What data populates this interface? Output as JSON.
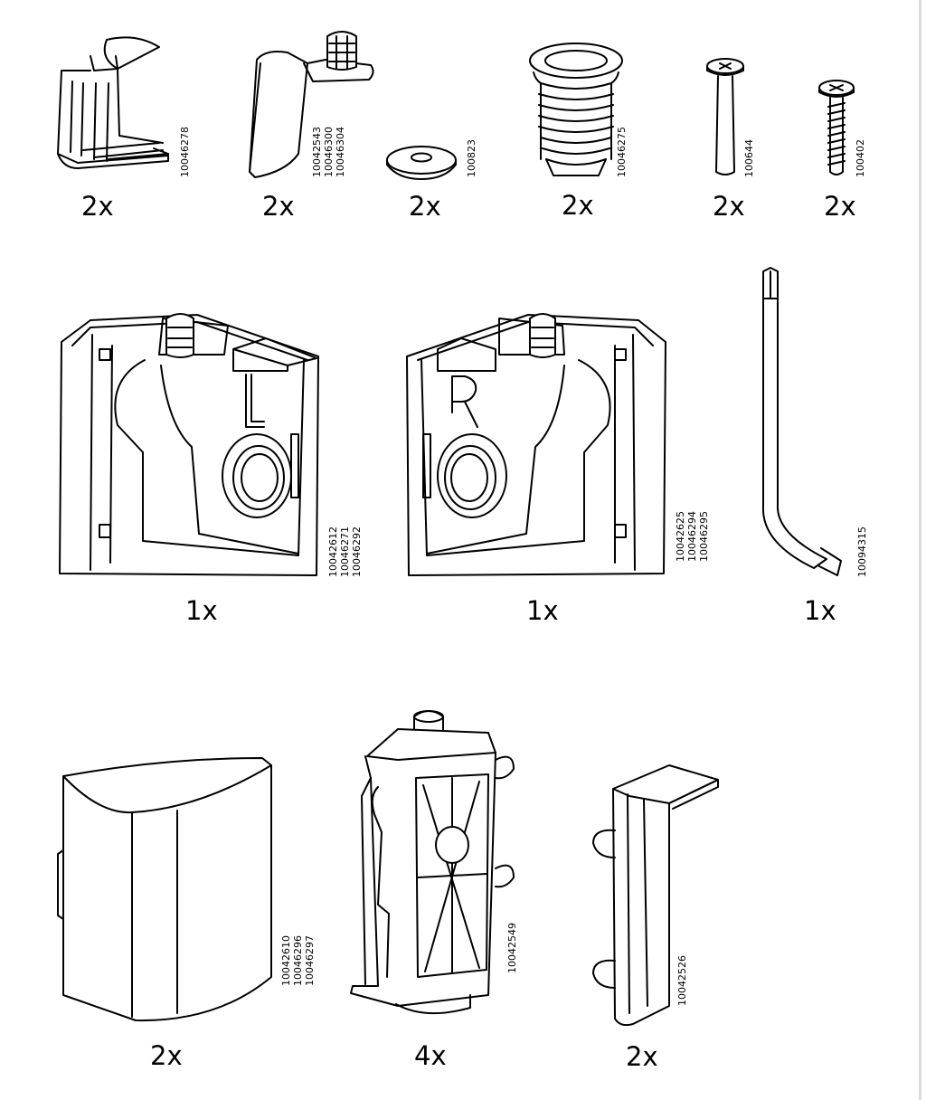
{
  "sheet": {
    "parts": [
      {
        "part": "shelf-support-clip",
        "quantity": "2x",
        "codes": [
          "10046278"
        ]
      },
      {
        "part": "bracket-with-dowel",
        "quantity": "2x",
        "codes": [
          "10042543",
          "10046300",
          "10046304"
        ]
      },
      {
        "part": "washer",
        "quantity": "2x",
        "codes": [
          "100823"
        ]
      },
      {
        "part": "ribbed-plastic-plug",
        "quantity": "2x",
        "codes": [
          "10046275"
        ]
      },
      {
        "part": "long-bolt",
        "quantity": "2x",
        "codes": [
          "100644"
        ]
      },
      {
        "part": "short-screw",
        "quantity": "2x",
        "codes": [
          "100402"
        ]
      },
      {
        "part": "corner-bracket-left",
        "quantity": "1x",
        "codes": [
          "10042612",
          "10046271",
          "10046292"
        ],
        "mark": "L"
      },
      {
        "part": "corner-bracket-right",
        "quantity": "1x",
        "codes": [
          "10042625",
          "10046294",
          "10046295"
        ],
        "mark": "R"
      },
      {
        "part": "allen-key",
        "quantity": "1x",
        "codes": [
          "10094315"
        ]
      },
      {
        "part": "corner-cap",
        "quantity": "2x",
        "codes": [
          "10042610",
          "10046296",
          "10046297"
        ]
      },
      {
        "part": "adjustable-foot",
        "quantity": "4x",
        "codes": [
          "10042549"
        ]
      },
      {
        "part": "edge-clip",
        "quantity": "2x",
        "codes": [
          "10042526"
        ]
      }
    ]
  }
}
